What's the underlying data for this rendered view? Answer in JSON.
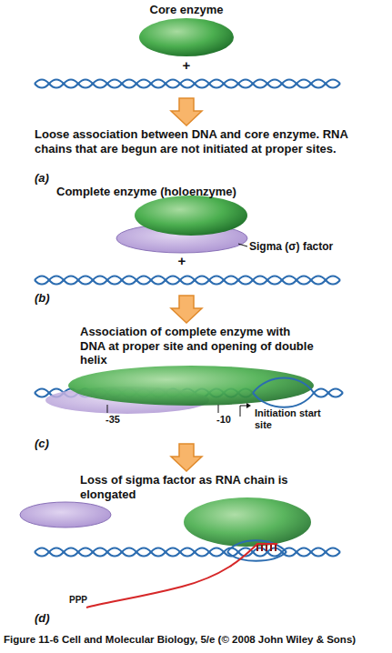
{
  "diagram": {
    "caption": "Figure 11-6 Cell and Molecular Biology, 5/e (© 2008 John Wiley & Sons)",
    "labels": [
      "Core enzyme",
      "+",
      "Loose association between DNA and core enzyme. RNA chains that are begun are not initiated at proper sites.",
      "(a)",
      "Complete enzyme (holoenzyme)",
      "Sigma (σ) factor",
      "+",
      "(b)",
      "Association of complete enzyme with DNA at proper site and opening of double helix",
      "-35",
      "-10",
      "Initiation start site",
      "(c)",
      "Loss of sigma factor as RNA chain is elongated",
      "PPP",
      "(d)"
    ]
  }
}
